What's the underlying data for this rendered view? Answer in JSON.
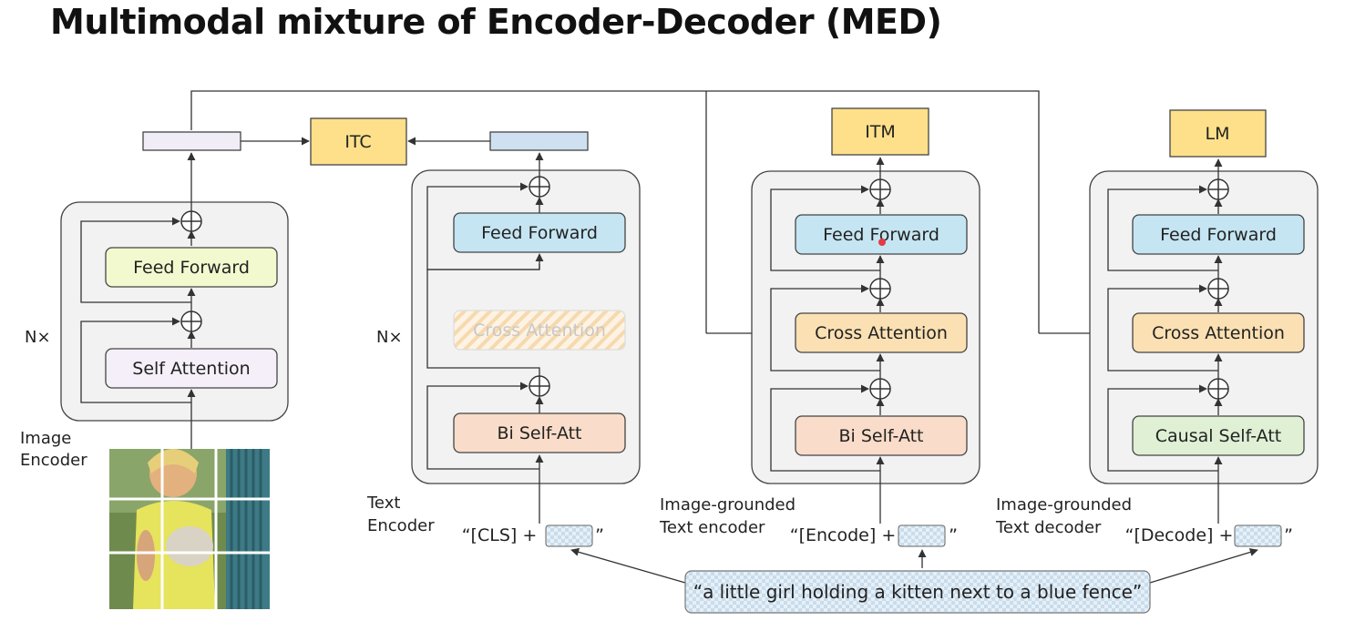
{
  "title": "Multimodal mixture of Encoder-Decoder (MED)",
  "heads": {
    "itc": "ITC",
    "itm": "ITM",
    "lm": "LM"
  },
  "image_encoder": {
    "repeat": "N×",
    "label": [
      "Image",
      "Encoder"
    ],
    "feed_forward": "Feed Forward",
    "self_attention": "Self Attention"
  },
  "text_encoder": {
    "repeat": "N×",
    "label": [
      "Text",
      "Encoder"
    ],
    "feed_forward": "Feed Forward",
    "cross_attention": "Cross Attention",
    "self_att": "Bi Self-Att",
    "input": [
      "“[CLS] +",
      "”"
    ]
  },
  "grounded_encoder": {
    "label": [
      "Image-grounded",
      "Text encoder"
    ],
    "feed_forward": "Feed Forward",
    "cross_attention": "Cross Attention",
    "self_att": "Bi Self-Att",
    "input": [
      "“[Encode] +",
      "”"
    ]
  },
  "grounded_decoder": {
    "label": [
      "Image-grounded",
      "Text decoder"
    ],
    "feed_forward": "Feed Forward",
    "cross_attention": "Cross Attention",
    "self_att": "Causal Self-Att",
    "input": [
      "“[Decode] +",
      "”"
    ]
  },
  "caption": "“a little girl holding a kitten next to a blue fence”",
  "colors": {
    "feed_forward_image": "#f3f9cf",
    "self_attention_image": "#f4eff8",
    "feed_forward_text": "#c5e5f3",
    "cross_attention": "#fbe0b3",
    "bi_self_att": "#f9dcc9",
    "causal_self_att": "#dff0d5",
    "head": "#fee08a",
    "module_bg": "#f2f2f2"
  }
}
